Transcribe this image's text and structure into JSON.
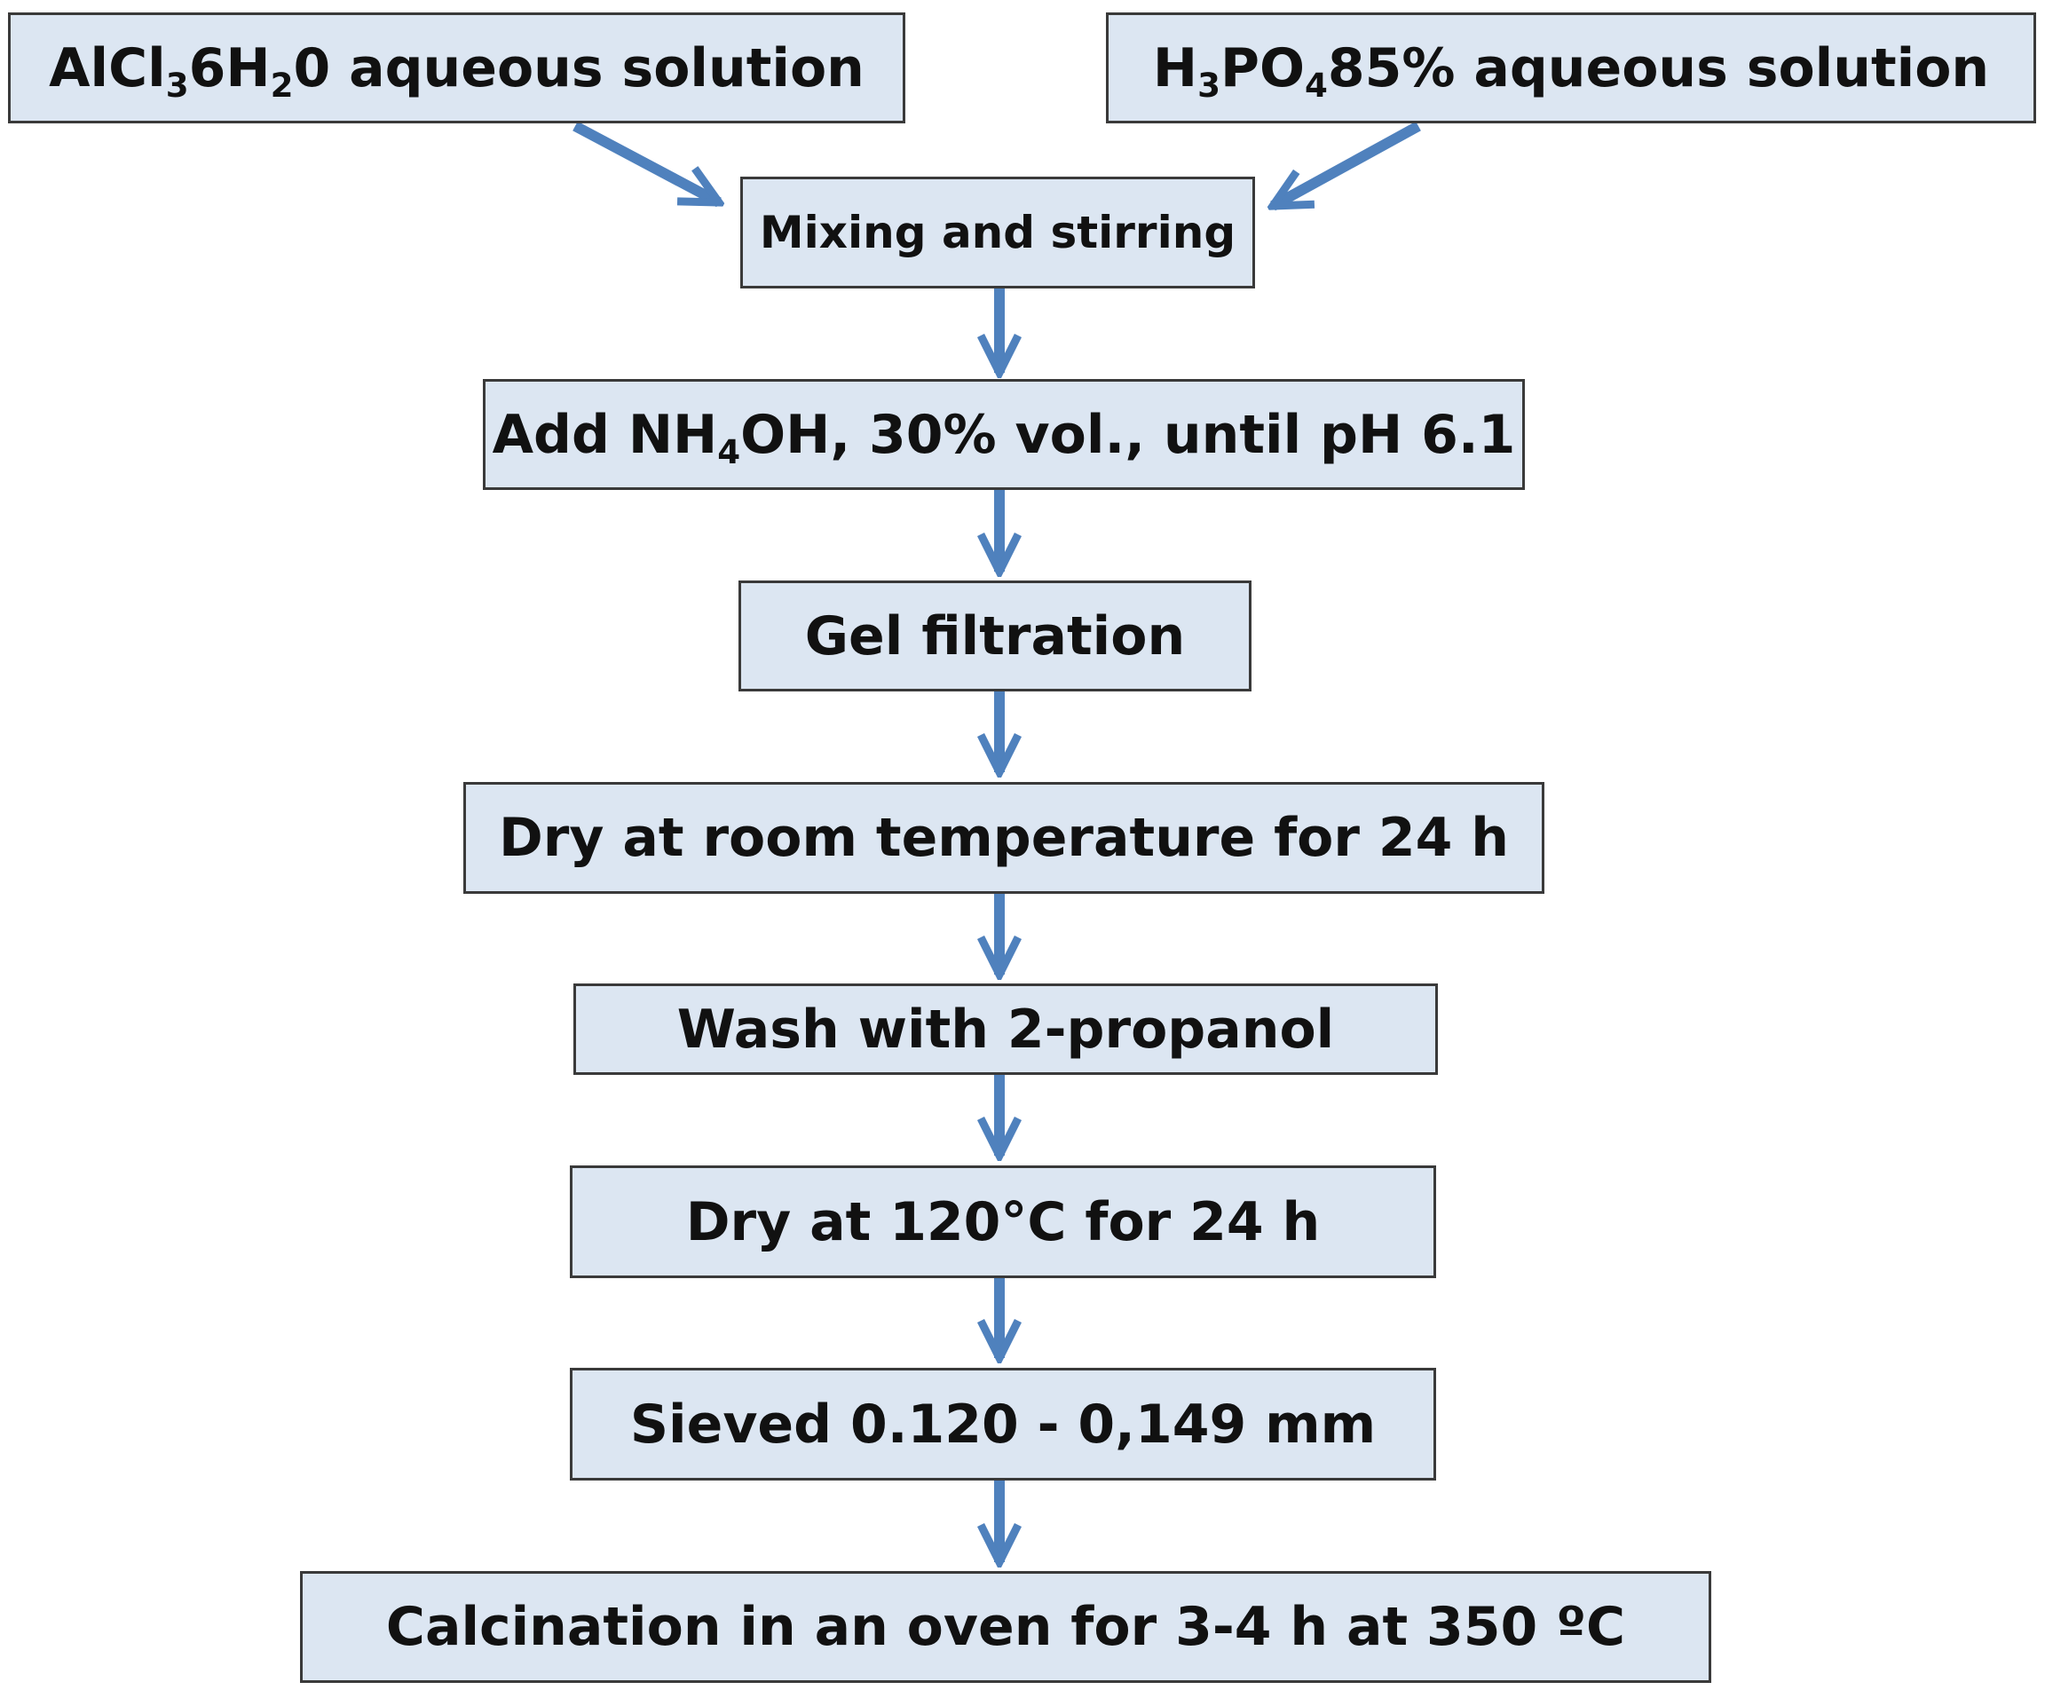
{
  "diagram": {
    "colors": {
      "box_fill": "#dce6f2",
      "box_border": "#3a3a3a",
      "arrow": "#4f81bd",
      "text": "#111111"
    },
    "boxes": {
      "alcl3": {
        "pre": "AlCl",
        "sub1": "3",
        "mid": " 6H",
        "sub2": "2",
        "post": "0 aqueous solution"
      },
      "h3po4": {
        "pre": "H",
        "sub1": "3",
        "mid": "PO",
        "sub2": "4",
        "post": " 85% aqueous solution"
      },
      "mixing": {
        "label": "Mixing and stirring"
      },
      "nh4oh": {
        "pre": "Add NH",
        "sub1": "4",
        "post": "OH, 30% vol., until pH 6.1"
      },
      "gel": {
        "label": "Gel filtration"
      },
      "dry_room": {
        "label": "Dry at room temperature for 24 h"
      },
      "wash": {
        "label": "Wash with 2-propanol"
      },
      "dry_120": {
        "label": "Dry at 120°C for 24 h"
      },
      "sieved": {
        "label": "Sieved 0.120 - 0,149 mm"
      },
      "calcination": {
        "label": "Calcination in an oven for 3-4 h at 350 ºC"
      }
    }
  }
}
